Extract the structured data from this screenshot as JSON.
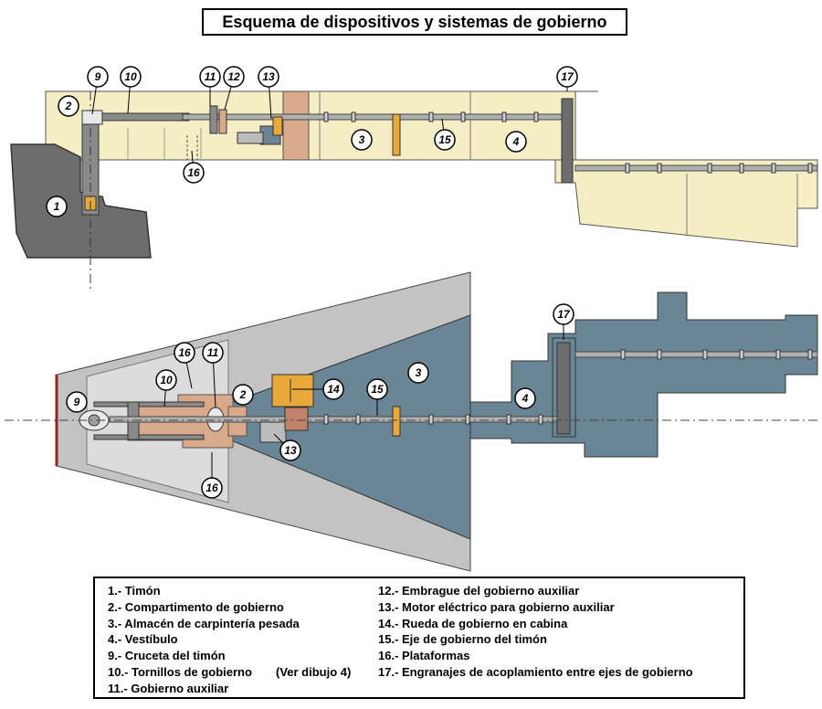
{
  "title": "Esquema de dispositivos y sistemas de gobierno",
  "colors": {
    "hull_dark": "#6d6d6d",
    "deck_cream": "#f5edc4",
    "slate_blue": "#6a8595",
    "gray_plating": "#c3c3c3",
    "salmon": "#d9a98c",
    "shaft": "#8a8a8a",
    "orange": "#e8a83a"
  },
  "profile_callouts": [
    {
      "id": "c9-top",
      "label": "9"
    },
    {
      "id": "c10-top",
      "label": "10"
    },
    {
      "id": "c11-top",
      "label": "11"
    },
    {
      "id": "c12-top",
      "label": "12"
    },
    {
      "id": "c13-top",
      "label": "13"
    },
    {
      "id": "c17-top",
      "label": "17"
    },
    {
      "id": "c2-top",
      "label": "2"
    },
    {
      "id": "c1-top",
      "label": "1"
    },
    {
      "id": "c3-top",
      "label": "3"
    },
    {
      "id": "c15-top",
      "label": "15"
    },
    {
      "id": "c4-top",
      "label": "4"
    },
    {
      "id": "c16-top",
      "label": "16"
    }
  ],
  "plan_callouts": [
    {
      "id": "c17-bot",
      "label": "17"
    },
    {
      "id": "c16-bot-a",
      "label": "16"
    },
    {
      "id": "c11-bot",
      "label": "11"
    },
    {
      "id": "c10-bot",
      "label": "10"
    },
    {
      "id": "c9-bot",
      "label": "9"
    },
    {
      "id": "c2-bot",
      "label": "2"
    },
    {
      "id": "c14-bot",
      "label": "14"
    },
    {
      "id": "c15-bot",
      "label": "15"
    },
    {
      "id": "c3-bot",
      "label": "3"
    },
    {
      "id": "c4-bot",
      "label": "4"
    },
    {
      "id": "c13-bot",
      "label": "13"
    },
    {
      "id": "c16-bot-b",
      "label": "16"
    }
  ],
  "legend": {
    "left": [
      "1.- Timón",
      "2.- Compartimento de gobierno",
      "3.- Almacén de carpintería pesada",
      "4.- Vestíbulo",
      "9.- Cruceta del timón",
      "10.- Tornillos de gobierno",
      "11.- Gobierno auxiliar"
    ],
    "note": "(Ver dibujo 4)",
    "right": [
      "12.- Embrague del gobierno auxiliar",
      "13.- Motor eléctrico para gobierno auxiliar",
      "14.- Rueda de gobierno en cabina",
      "15.- Eje de gobierno del timón",
      "16.- Plataformas",
      "17.- Engranajes de acoplamiento entre ejes de gobierno"
    ]
  }
}
